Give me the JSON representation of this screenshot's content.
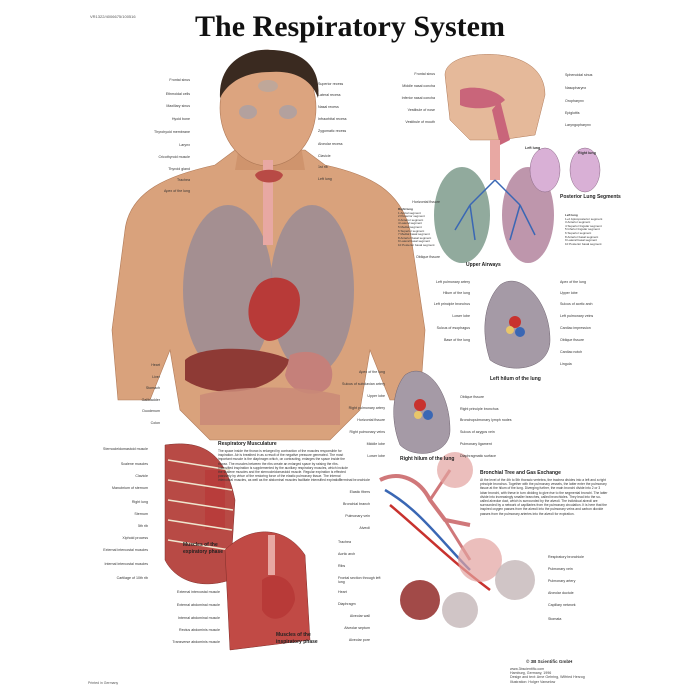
{
  "product_code": "VR1322/4006675/100516",
  "title": "The Respiratory System",
  "main_figure": {
    "left_labels": [
      "Frontal sinus",
      "Ethmoidal cells",
      "Maxillary sinus",
      "Hyoid bone",
      "Thyrohyoid membrane",
      "Larynx",
      "Cricothyroid muscle",
      "Thyroid gland",
      "Trachea",
      "Apex of the lung"
    ],
    "right_labels": [
      "Superior recess",
      "Lateral recess",
      "Nasal recess",
      "Infraorbital recess",
      "Zygomatic recess",
      "Alveolar recess",
      "Clavicle",
      "1st rib",
      "Left lung"
    ],
    "lower_labels": [
      "Heart",
      "Liver",
      "Stomach",
      "Gallbladder",
      "Duodenum",
      "Colon"
    ]
  },
  "upper_airways": {
    "caption": "Upper Airways",
    "left_labels": [
      "Frontal sinus",
      "Middle nasal concha",
      "Inferior nasal concha",
      "Vestibule of nose",
      "Vestibule of mouth"
    ],
    "right_labels": [
      "Sphenoidal sinus",
      "Nasopharynx",
      "Oropharynx",
      "Epiglottis",
      "Laryngopharynx"
    ],
    "lung_labels": [
      "Horizontal fissure",
      "Oblique fissure"
    ]
  },
  "right_lung_legend": {
    "title": "Right lung",
    "items": [
      "1 Apical segment",
      "2 Posterior segment",
      "3 Anterior segment",
      "4 Lateral segment",
      "5 Medial segment",
      "6 Superior segment",
      "7 Medial basal segment",
      "8 Anterior basal segment",
      "9 Lateral basal segment",
      "10 Posterior basal segment"
    ]
  },
  "left_lung_legend": {
    "title": "Left lung",
    "items": [
      "1+2 Apicoposterior segment",
      "3 Anterior segment",
      "4 Superior lingular segment",
      "5 Inferior lingular segment",
      "6 Superior segment",
      "8 Anterior basal segment",
      "9 Lateral basal segment",
      "10 Posterior basal segment"
    ]
  },
  "posterior_segments": {
    "caption": "Posterior Lung Segments",
    "left_tag": "Left lung",
    "right_tag": "Right lung"
  },
  "left_hilum": {
    "caption": "Left hilum of the lung",
    "left_labels": [
      "Left pulmonary artery",
      "Hilum of the lung",
      "Left principle bronchus",
      "Lower lobe",
      "Sulcus of esophagus",
      "Base of the lung"
    ],
    "right_labels": [
      "Apex of the lung",
      "Upper lobe",
      "Sulcus of aortic arch",
      "Left pulmonary veins",
      "Cardiac impression",
      "Oblique fissure",
      "Cardiac notch",
      "Lingula"
    ]
  },
  "right_hilum": {
    "caption": "Right hilum of the lung",
    "left_labels": [
      "Apex of the lung",
      "Sulcus of subclavian artery",
      "Upper lobe",
      "Right pulmonary artery",
      "Horizontal fissure",
      "Right pulmonary veins",
      "Middle lobe",
      "Lower lobe"
    ],
    "right_labels": [
      "Oblique fissure",
      "Right principle bronchus",
      "Bronchopulmonary lymph nodes",
      "Sulcus of azygos vein",
      "Pulmonary ligament",
      "Diaphragmatic surface"
    ]
  },
  "musculature": {
    "title": "Respiratory Musculature",
    "text": "The space inside the thorax is enlarged by contraction of the muscles responsible for inspiration. Air is breathed in as a result of the negative pressure generated. The most important muscle is the diaphragm which, on contracting, enlarges the space inside the thorax. The muscles between the ribs create an enlarged space by raising the ribs. Intensified inspiration is supplemented by the auxiliary respiratory muscles, which include the scalene muscles and the sternocleidomastoid muscle. Regular expiration is effected passively by virtue of the restoring force of the elastic pulmonary tissue. The internal intercostal muscles, as well as the abdominal muscles facilitate intensified expiration."
  },
  "expiratory": {
    "caption_line1": "Muscles of the",
    "caption_line2": "expiratory phase",
    "labels": [
      "Sternocleidomastoid muscle",
      "Scalene muscles",
      "Clavicle",
      "Manubrium of sternum",
      "Right lung",
      "Sternum",
      "5th rib",
      "Xiphoid process",
      "External intercostal muscles",
      "Internal intercostal muscles",
      "Cartilage of 10th rib"
    ]
  },
  "inspiratory": {
    "caption_line1": "Muscles of the",
    "caption_line2": "inspiratory phase",
    "left_labels": [
      "External intercostal muscle",
      "External abdominal muscle",
      "Internal abdominal muscle",
      "Rectus abdominis muscle",
      "Transverse abdominis muscle"
    ],
    "right_labels": [
      "Trachea",
      "Aortic arch",
      "Ribs",
      "Frontal section through left lung",
      "Heart",
      "Diaphragm"
    ]
  },
  "bronchial": {
    "title": "Bronchial Tree and Gas Exchange",
    "text": "At the level of the 4th to 5th thoracic vertebra, the trachea divides into a left and a right principle bronchus. Together with the pulmonary vessels, the latter enter the pulmonary tissue at the hilum of the lung. Diverging further, the main bronchi divide into 2 or 3 lobar bronchi, with these in turn dividing to give rise to the segmental bronchi. The latter divide into increasingly smaller branches, called bronchioles. They lead into the so-called alveolar duct, which is surrounded by the alveoli. The individual alveoli are surrounded by a network of capillaries from the pulmonary circulation. It is here that the inspired oxygen passes from the alveoli into the pulmonary veins and carbon dioxide passes from the pulmonary arteries into the alveoli for expiration.",
    "left_labels": [
      "Terminal bronchiole",
      "Elastic fibers",
      "Bronchial branch",
      "Pulmonary vein",
      "Alveoli"
    ],
    "right_labels": [
      "Respiratory bronchiole",
      "Pulmonary vein",
      "Pulmonary artery",
      "Alveolar ductule",
      "Capillary network",
      "Stomata"
    ],
    "bottom_labels": [
      "Alveolar wall",
      "Alveolar septum",
      "Alveolar pore"
    ]
  },
  "footer": {
    "brand": "© 3B Scientific GmbH",
    "lines": [
      "www.3bscientific.com",
      "Hamburg, Germany, 1996",
      "Design and text: Arne Gehring, Wilfried Herzog",
      "Illustration: Holger Vanselow"
    ],
    "printed": "Printed in Germany"
  },
  "colors": {
    "skin": "#d9a27c",
    "lung": "#9a8c95",
    "bronchus": "#e8a8a3",
    "artery": "#c8322e",
    "vein": "#3a67b4",
    "muscle": "#b84a45",
    "bone": "#efe6cf"
  }
}
